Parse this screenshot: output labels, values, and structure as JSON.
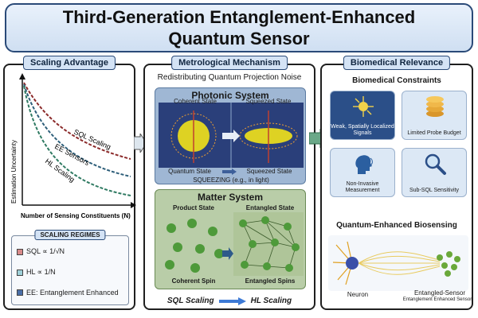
{
  "title": "Third-Generation Entanglement-Enhanced Quantum Sensor",
  "panels": {
    "scaling": {
      "tab": "Scaling Advantage",
      "ylabel": "Estimation Uncertainty",
      "xlabel": "Number of Sensing Constituents (N)",
      "curves": [
        "SQL Scaling",
        "EE Sensors",
        "HL Scaling"
      ],
      "legend": {
        "heading": "SCALING REGIMES",
        "sql": "SQL ∝ 1/√N",
        "hl": "HL ∝ 1/N",
        "ee": "EE: Entanglement Enhanced"
      }
    },
    "mechanism": {
      "tab": "Metrological Mechanism",
      "subtitle": "Redistributing Quantum Projection Noise",
      "photonic": {
        "title": "Photonic System",
        "left_state": "Coherent State",
        "right_state": "Squeezed State",
        "left_bottom": "Quantum State",
        "right_bottom": "Squeezed State",
        "caption": "SQUEEZING (e.g., in light)"
      },
      "matter": {
        "title": "Matter System",
        "left_state": "Product State",
        "right_state": "Entangled State",
        "left_bottom": "Coherent Spin",
        "right_bottom": "Entangled Spins"
      },
      "flow_left": "SQL Scaling",
      "flow_right": "HL Scaling"
    },
    "biomedical": {
      "tab": "Biomedical Relevance",
      "constraints_title": "Biomedical Constraints",
      "cards": [
        "Weak, Spatially Localized Signals",
        "Limited Probe Budget",
        "Non-Invasive Measurement",
        "Sub-SQL Sensitivity"
      ],
      "biosensing_title": "Quantum-Enhanced Biosensing",
      "neuron": "Neuron",
      "sensor": "Entangled-Sensor",
      "sensor_sub": "Entanglement Enhanced Sensor"
    }
  },
  "colors": {
    "sql": "#8b2a2a",
    "ee": "#2e5f7a",
    "hl": "#2f7a62",
    "accent": "#2a4a78"
  }
}
